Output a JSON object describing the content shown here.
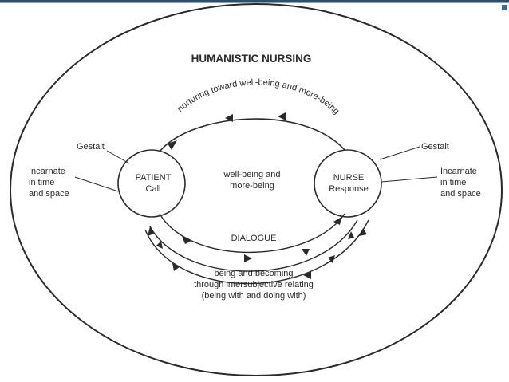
{
  "title": "HUMANISTIC NURSING",
  "center_text": [
    "well-being and",
    "more-being"
  ],
  "patient": {
    "line1": "PATIENT",
    "line2": "Call"
  },
  "nurse": {
    "line1": "NURSE",
    "line2": "Response"
  },
  "arc_top_label": "nurturing toward well-being and more-being",
  "gestalt_left": "Gestalt",
  "gestalt_right": "Gestalt",
  "incarnate_left": [
    "Incarnate",
    "in time",
    "and space"
  ],
  "incarnate_right": [
    "Incarnate",
    "in time",
    "and space"
  ],
  "dialogue_label": "DIALOGUE",
  "bottom_lines": [
    "being and becoming",
    "through intersubjective relating",
    "(being with and doing with)"
  ]
}
